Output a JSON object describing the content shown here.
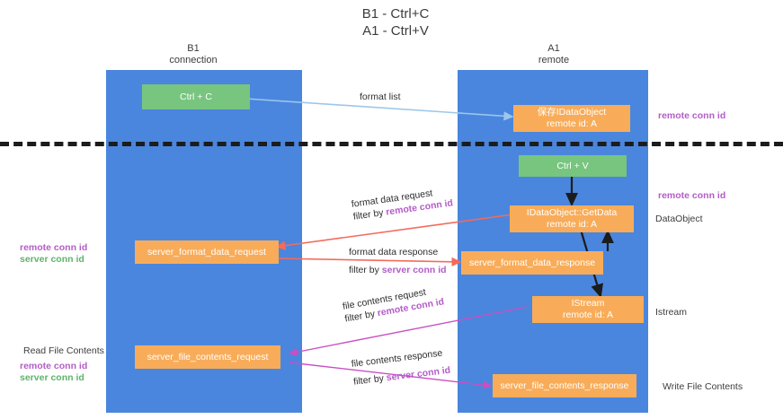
{
  "title": {
    "line1": "B1 - Ctrl+C",
    "line2": "A1 - Ctrl+V"
  },
  "lanes": [
    {
      "id": "b1",
      "header_line1": "B1",
      "header_line2": "connection",
      "color": "#4a86dd"
    },
    {
      "id": "a1",
      "header_line1": "A1",
      "header_line2": "remote",
      "color": "#4a86dd"
    }
  ],
  "nodes": {
    "ctrl_c": {
      "label": "Ctrl + C",
      "color": "#78c57f"
    },
    "save_dataobject": {
      "line1": "保存IDataObject",
      "line2": "remote id: A",
      "color": "#f8ac59"
    },
    "ctrl_v": {
      "label": "Ctrl + V",
      "color": "#78c57f"
    },
    "getdata": {
      "line1": "IDataObject::GetData",
      "line2": "remote id: A",
      "color": "#f8ac59"
    },
    "server_format_data_request": {
      "label": "server_format_data_request",
      "color": "#f8ac59"
    },
    "server_format_data_response": {
      "label": "server_format_data_response",
      "color": "#f8ac59"
    },
    "istream": {
      "line1": "IStream",
      "line2": "remote id: A",
      "color": "#f8ac59"
    },
    "server_file_contents_request": {
      "label": "server_file_contents_request",
      "color": "#f8ac59"
    },
    "server_file_contents_response": {
      "label": "server_file_contents_response",
      "color": "#f8ac59"
    }
  },
  "annotations": {
    "remote_conn_id": "remote conn id",
    "server_conn_id": "server conn id",
    "dataobject": "DataObject",
    "istream_side": "Istream",
    "read_file_contents": "Read File Contents",
    "write_file_contents": "Write File Contents"
  },
  "edges": [
    {
      "id": "format-list",
      "label": "format list",
      "filter_prefix": "",
      "filter_target": "",
      "color": "#9dc6ec"
    },
    {
      "id": "format-data-request",
      "label": "format data request",
      "filter_prefix": "filter by ",
      "filter_target": "remote conn id",
      "color": "#f46a5c"
    },
    {
      "id": "format-data-response",
      "label": "format data response",
      "filter_prefix": "filter by ",
      "filter_target": "server conn id",
      "color": "#f46a5c"
    },
    {
      "id": "file-contents-request",
      "label": "file contents request",
      "filter_prefix": "filter by ",
      "filter_target": "remote conn id",
      "color": "#c94fc4"
    },
    {
      "id": "file-contents-response",
      "label": "file contents response",
      "filter_prefix": "filter by ",
      "filter_target": "server conn id",
      "color": "#c94fc4"
    }
  ],
  "colors": {
    "lane": "#4a86dd",
    "orange": "#f8ac59",
    "green": "#78c57f",
    "purple": "#b45cc8",
    "green_text": "#5fb36a",
    "divider": "#1c1c1c"
  }
}
